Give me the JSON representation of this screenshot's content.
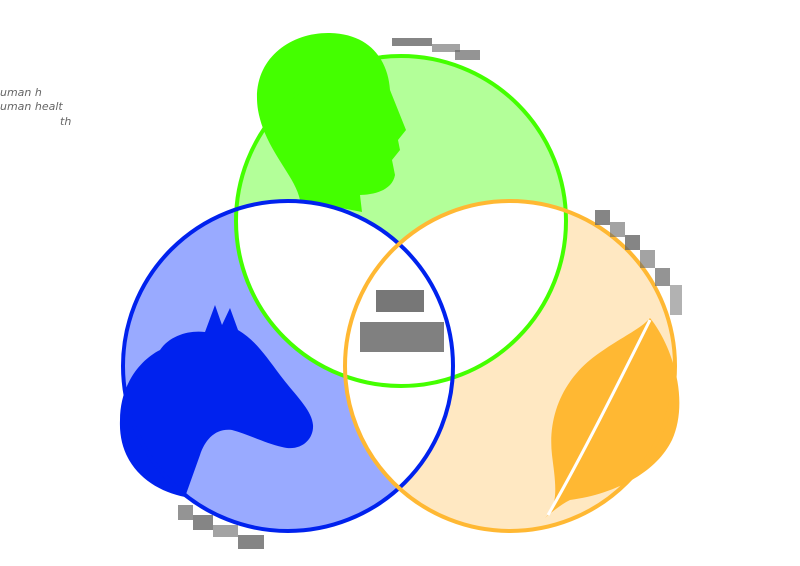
{
  "diagram": {
    "colors": {
      "human": "#44ff00",
      "human_fill": "#b3ff99",
      "animal": "#0022ee",
      "animal_fill": "#99aaff",
      "environment": "#ffb833",
      "environment_fill": "#ffe8c2",
      "label_pixels": "#666666"
    },
    "icons": [
      "human-head-icon",
      "horse-head-icon",
      "leaf-icon"
    ],
    "fragments": [
      "uman h",
      "uman healt",
      "th"
    ]
  }
}
